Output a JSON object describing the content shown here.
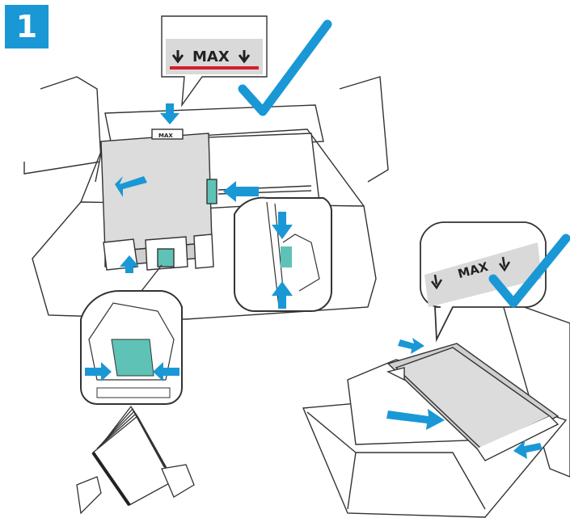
{
  "step": {
    "number": "1"
  },
  "callouts": {
    "tray_max_label": "MAX",
    "bypass_max_label": "MAX",
    "tray_small_label": "MAX"
  },
  "colors": {
    "accent_blue": "#1a98d5",
    "check_blue": "#1a98d5",
    "max_line_red": "#d0202a",
    "guide_green": "#5ec3b6",
    "line": "#333333",
    "callout_fill": "#d9d9d9",
    "paper_fill": "#dcdcdc"
  },
  "icons": [
    "checkmark-icon",
    "arrow-icon",
    "down-arrow-icon"
  ]
}
